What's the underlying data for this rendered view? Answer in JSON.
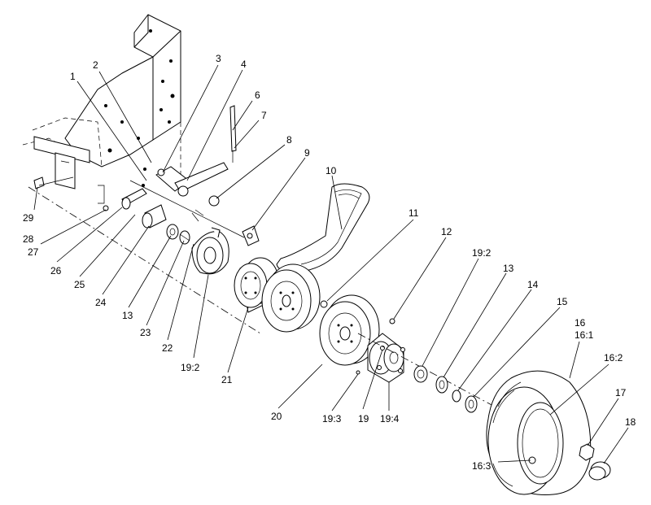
{
  "callouts": {
    "c1": "1",
    "c2": "2",
    "c3": "3",
    "c4": "4",
    "c5": "6",
    "c6": "7",
    "c7": "8",
    "c8": "9",
    "c9": "10",
    "c10": "11",
    "c11": "12",
    "c12": "19:2",
    "c13": "13",
    "c14": "14",
    "c15": "15",
    "c16": "16",
    "c17": "16:1",
    "c18": "16:2",
    "c19": "17",
    "c20": "18",
    "c21": "16:3",
    "c22": "19:4",
    "c23": "19",
    "c24": "19:3",
    "c25": "20",
    "c26": "21",
    "c27": "19:2",
    "c28": "22",
    "c29": "23",
    "c30": "13",
    "c31": "24",
    "c32": "25",
    "c33": "26",
    "c34": "27",
    "c35": "28",
    "c36": "29"
  }
}
